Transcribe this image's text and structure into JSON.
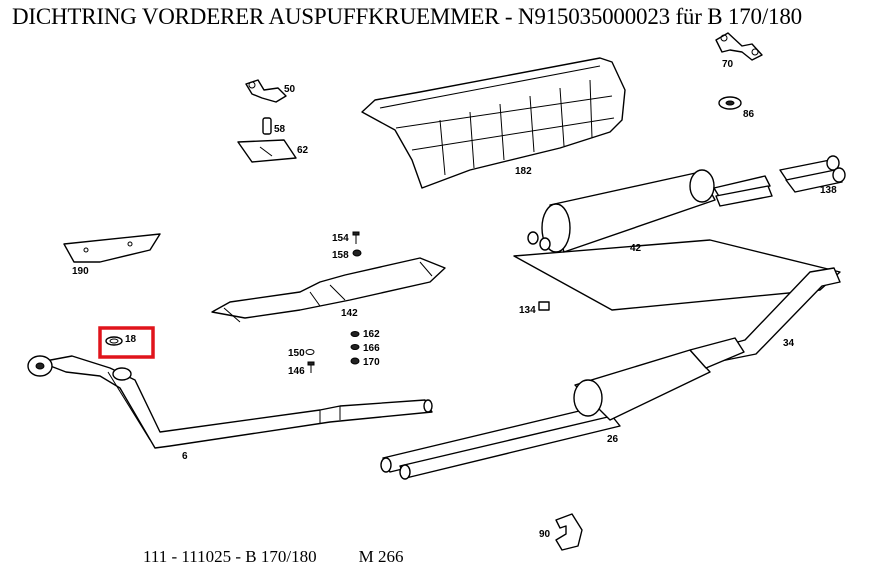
{
  "title": "DICHTRING VORDERER AUSPUFFKRUEMMER - N915035000023 für B 170/180",
  "footer": {
    "code": "111 - 111025 - B 170/180",
    "model": "M 266"
  },
  "highlight_color": "#e0141b",
  "highlighted_part": "18",
  "parts": {
    "p6": "6",
    "p18": "18",
    "p26": "26",
    "p34": "34",
    "p42": "42",
    "p50": "50",
    "p58": "58",
    "p62": "62",
    "p70": "70",
    "p86": "86",
    "p90": "90",
    "p134": "134",
    "p138": "138",
    "p142": "142",
    "p146": "146",
    "p150": "150",
    "p154": "154",
    "p158": "158",
    "p162": "162",
    "p166": "166",
    "p170": "170",
    "p182": "182",
    "p190": "190"
  }
}
